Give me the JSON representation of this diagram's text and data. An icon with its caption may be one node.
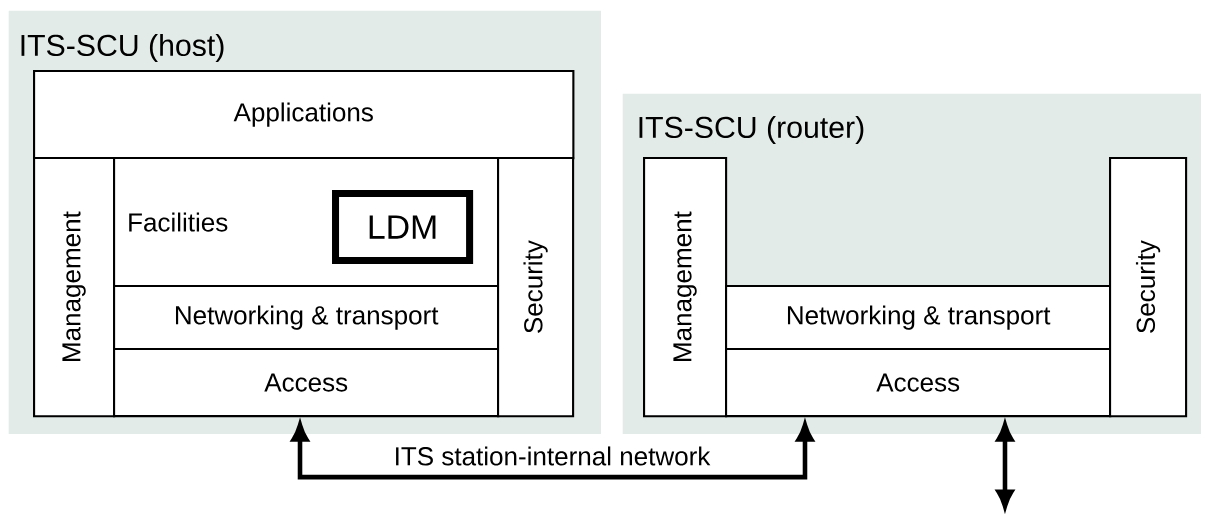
{
  "diagram": {
    "nodes": [
      {
        "text": [
          "ITS-SCU (host)"
        ]
      },
      {
        "text": [
          "Applications"
        ],
        "in": 0
      },
      {
        "text": [
          "Management"
        ],
        "in": 0
      },
      {
        "text": [
          "Facilities"
        ],
        "in": 0
      },
      {
        "text": [
          "LDM"
        ],
        "in": 3
      },
      {
        "text": [
          "Networking & transport"
        ],
        "in": 0
      },
      {
        "text": [
          "Access"
        ],
        "in": 0
      },
      {
        "text": [
          "Security"
        ],
        "in": 0
      },
      {
        "text": [
          "ITS-SCU (router)"
        ]
      },
      {
        "text": [
          "Management"
        ],
        "in": 8
      },
      {
        "text": [
          "Networking & transport"
        ],
        "in": 8
      },
      {
        "text": [
          "Access"
        ],
        "in": 8
      },
      {
        "text": [
          "Security"
        ],
        "in": 8
      }
    ],
    "edges": [
      {
        "from": 6,
        "to": 11,
        "arrow": "both",
        "label": "ITS station-internal network"
      },
      {
        "from": 11,
        "to": null,
        "arrow": "both"
      }
    ]
  }
}
